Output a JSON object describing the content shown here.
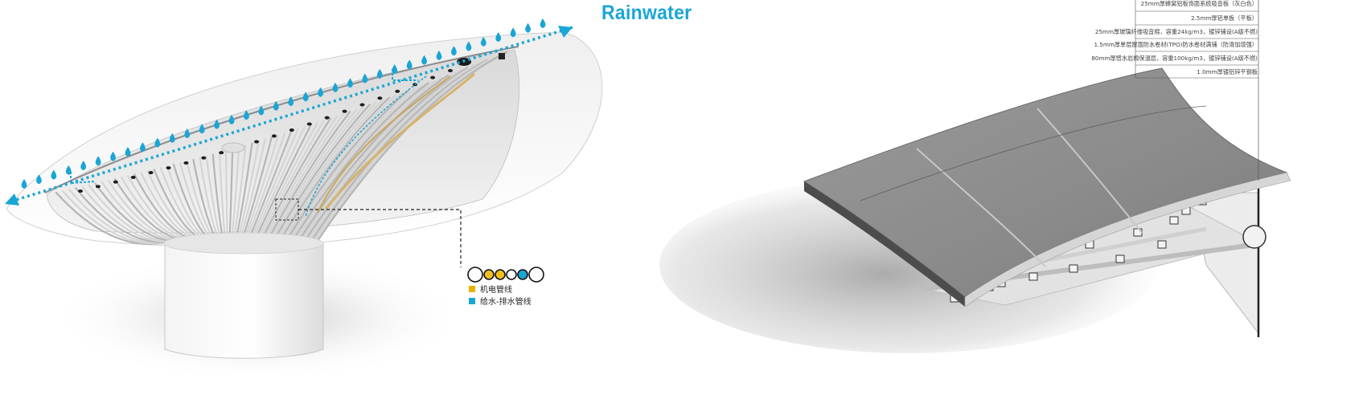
{
  "left_figure": {
    "rain_label": "Rainwater",
    "legend": [
      {
        "label": "机电管线",
        "color": "#e8b100"
      },
      {
        "label": "给水-排水管线",
        "color": "#1aa6d4"
      }
    ],
    "pipe_circles": [
      {
        "color": "#ffffff"
      },
      {
        "color": "#f0c020"
      },
      {
        "color": "#f0c020"
      },
      {
        "color": "#ffffff"
      },
      {
        "color": "#1aa6d4"
      },
      {
        "color": "#ffffff"
      }
    ]
  },
  "right_figure": {
    "layers": [
      "25mm厚蜂窝铝板饰面系统吸音板（灰白色）",
      "2.5mm厚铝单板（平板）",
      "25mm厚玻璃纤维吸音棉，容重24kg/m3，镀锌铺设(A级不燃)",
      "1.5mm厚单层屋面防水卷材(TPO)防水卷材满铺（防滑加增强）",
      "80mm厚憎水岩棉保温层，容重100kg/m3，镀锌铺设(A级不燃)",
      "1.0mm厚镀铝锌平钢板"
    ]
  },
  "colors": {
    "accent_blue": "#1aa6d4",
    "accent_yellow": "#e8b100",
    "roof_grey": "#8a8a8a"
  }
}
